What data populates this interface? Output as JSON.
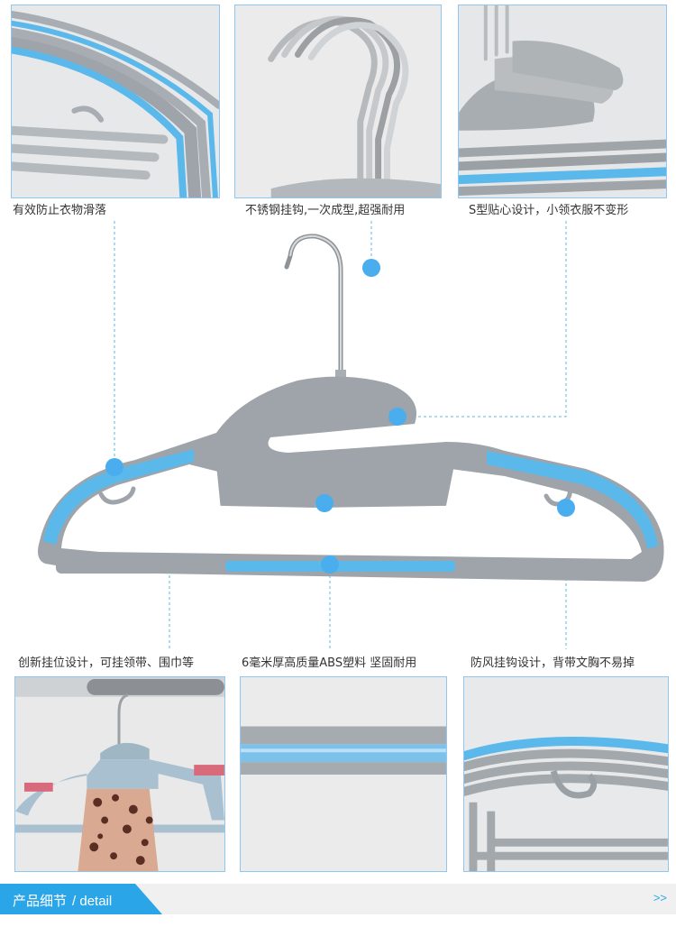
{
  "top_features": [
    {
      "caption": "有效防止衣物滑落"
    },
    {
      "caption": "不锈钢挂钩,一次成型,超强耐用"
    },
    {
      "caption": "S型贴心设计，小领衣服不变形"
    }
  ],
  "bottom_features": [
    {
      "caption": "创新挂位设计，可挂领带、围巾等"
    },
    {
      "caption": "6毫米厚高质量ABS塑料 坚固耐用"
    },
    {
      "caption": "防风挂钩设计，背带文胸不易掉"
    }
  ],
  "footer": {
    "title": "产品细节",
    "subtitle": "/ detail",
    "more": ">>"
  },
  "colors": {
    "accent_blue": "#2aa6e8",
    "hanger_grey": "#9ea4a9",
    "rubber_blue": "#5ab8ea",
    "photo_border": "#8fc7f0"
  }
}
